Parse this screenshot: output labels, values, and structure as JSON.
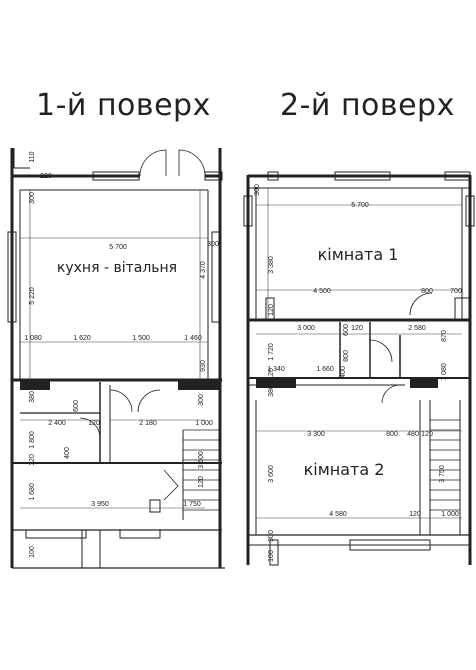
{
  "floors": [
    {
      "title": "1-й поверх",
      "rooms": [
        "кухня - вітальня"
      ],
      "dimensions": [
        "110",
        "300",
        "220",
        "5 700",
        "300",
        "5 220",
        "4 370",
        "1 080",
        "1 620",
        "1 500",
        "1 460",
        "930",
        "380",
        "600",
        "2 400",
        "120",
        "2 180",
        "1 800",
        "400",
        "120",
        "300",
        "1 000",
        "3 600",
        "120",
        "1 680",
        "3 950",
        "1 750",
        "100"
      ]
    },
    {
      "title": "2-й поверх",
      "rooms": [
        "кімната 1",
        "кімната 2"
      ],
      "dimensions": [
        "300",
        "5 700",
        "3 380",
        "4 500",
        "800",
        "700",
        "120",
        "3 000",
        "600",
        "120",
        "2 580",
        "870",
        "1 720",
        "800",
        "120",
        "1 080",
        "1 340",
        "1 660",
        "400",
        "380",
        "3 300",
        "800",
        "480",
        "120",
        "3 600",
        "3 750",
        "4 580",
        "120",
        "1 000",
        "300",
        "100"
      ]
    }
  ]
}
